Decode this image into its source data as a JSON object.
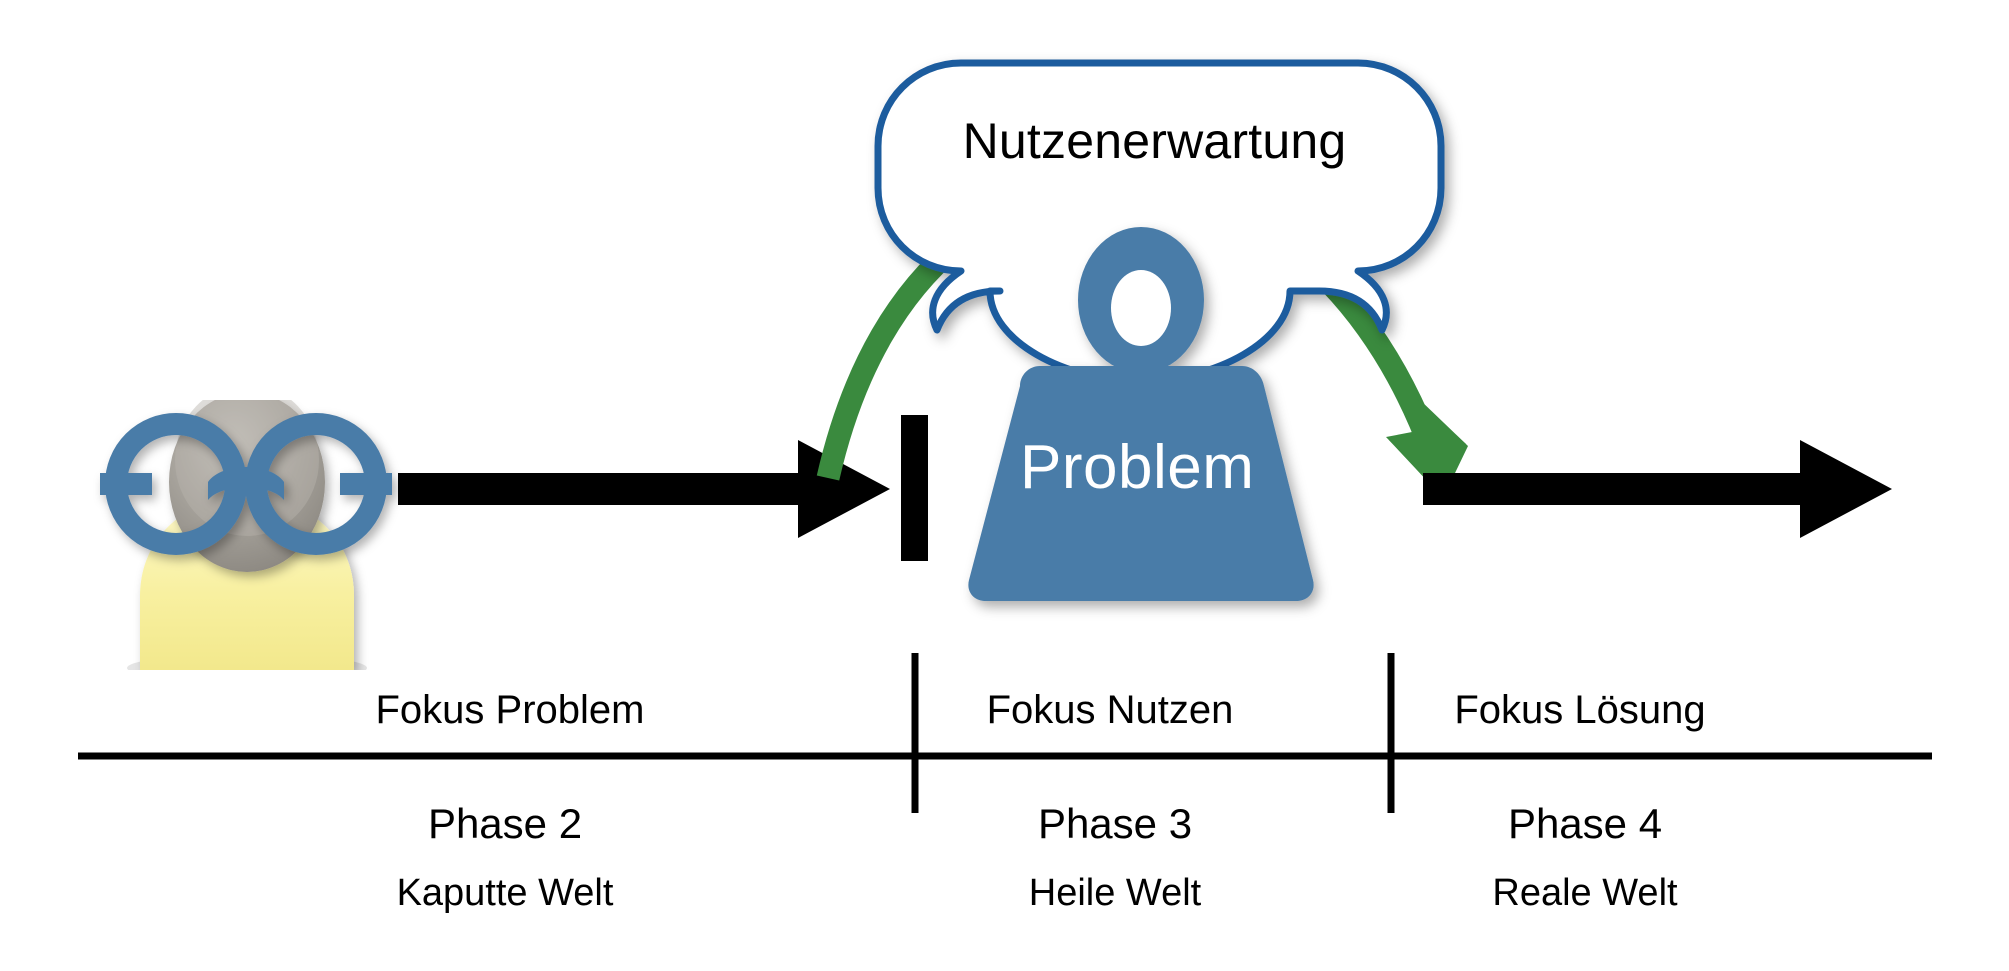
{
  "diagram": {
    "bubble": {
      "text": "Nutzenerwartung",
      "outline_color": "#1f5c9e"
    },
    "weight": {
      "label": "Problem",
      "fill_color": "#4a7ca8",
      "label_color": "#ffffff"
    },
    "arc": {
      "color": "#3a8a3e",
      "name": "green-expectation-arc"
    },
    "person": {
      "name": "person-with-glasses-avatar",
      "head_color": "#9a9792",
      "shirt_color": "#f7ee9e",
      "collar_color": "#ffffff",
      "glasses_color": "#4a7ca8"
    },
    "arrows": {
      "color": "#000000"
    },
    "barrier": {
      "color": "#000000",
      "name": "vertical-black-bar"
    },
    "axis": {
      "color": "#000000"
    },
    "columns": [
      {
        "focus": "Fokus Problem",
        "phase": "Phase 2",
        "world": "Kaputte Welt"
      },
      {
        "focus": "Fokus Nutzen",
        "phase": "Phase 3",
        "world": "Heile Welt"
      },
      {
        "focus": "Fokus Lösung",
        "phase": "Phase 4",
        "world": "Reale Welt"
      }
    ]
  }
}
